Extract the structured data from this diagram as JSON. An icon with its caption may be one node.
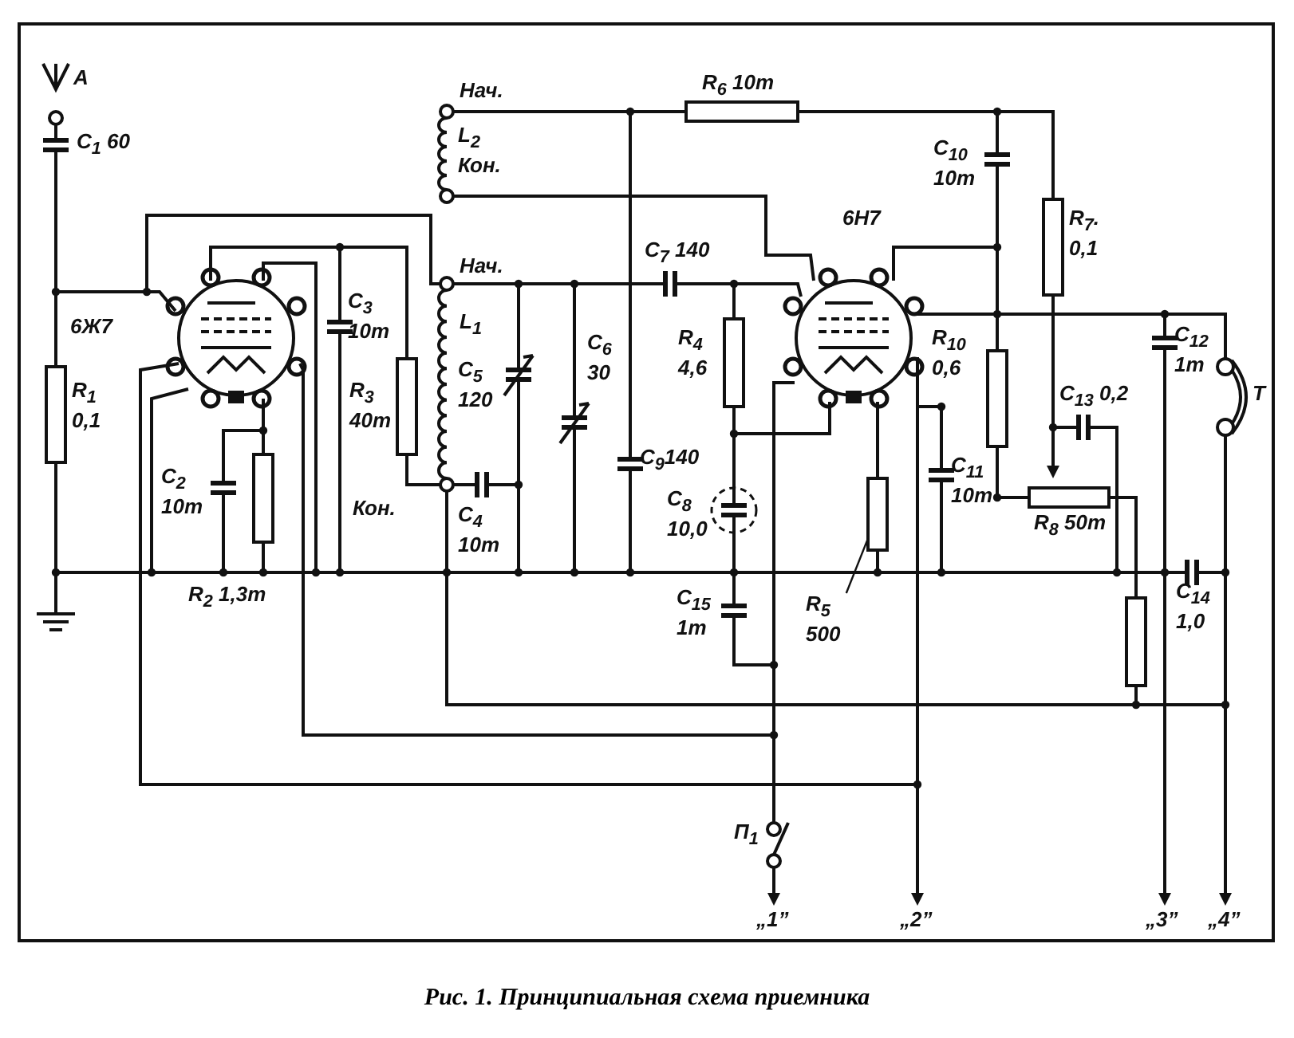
{
  "diagram": {
    "caption": "Рис. 1. Принципиальная схема приемника",
    "nodes": [
      {
        "text": [
          "R$_{5}$ 500"
        ]
      },
      {
        "text": [],
        "shape": "box"
      }
    ],
    "edges": [
      {
        "from": 0,
        "to": 1,
        "arrow": "none"
      }
    ],
    "labels": [
      "R$_{6}$ 10т",
      "Нач.",
      "A",
      "L$_{2}$",
      "Кон.",
      "C$_{1}$ 60",
      "C$_{10}$ 10т",
      "R$_{7}$. 0,1",
      "C$_{7}$ 140",
      "6Н7",
      "Нач.",
      "6Ж7",
      "C$_{3}$ 10т",
      "L$_{1}$",
      "C$_{5}$ 120",
      "C$_{6}$ 30",
      "R$_{3}$ 40т",
      "R$_{4}$ 4,6",
      "R$_{10}$ 0,6",
      "C$_{13}$ 0,2",
      "C$_{12}$ 1т",
      "Т",
      "C$_{9}$140",
      "R$_{1}$ 0,1",
      "C$_{11}$ 10т",
      "C$_{2}$ 10т",
      "C$_{8}$ 10,0",
      "Кон.",
      "C$_{4}$ 10т",
      "R$_{8}$ 50т",
      "C$_{14}$ 1,0",
      "R$_{2}$ 1,3т",
      "C$_{15}$ 1т",
      "П$_{1}$",
      "„1”",
      "„2”",
      "„3”",
      "„4”"
    ]
  }
}
